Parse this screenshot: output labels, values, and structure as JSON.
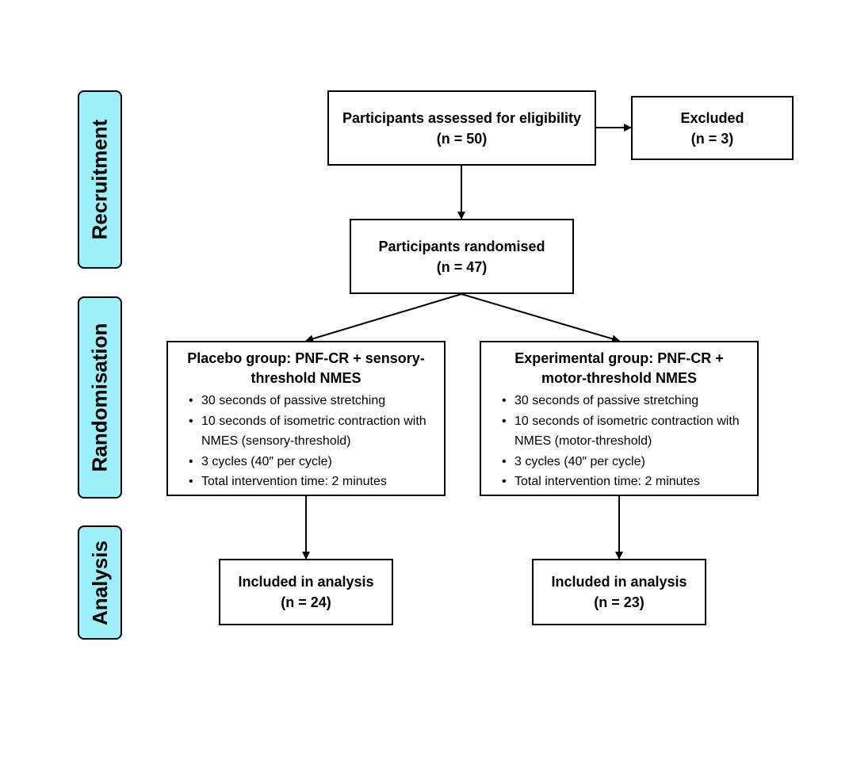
{
  "stages": {
    "recruitment": "Recruitment",
    "randomisation": "Randomisation",
    "analysis": "Analysis"
  },
  "colors": {
    "stage_fill": "#9ef0f8",
    "border": "#000000"
  },
  "assessed": {
    "title": "Participants assessed for eligibility",
    "count": "(n = 50)"
  },
  "excluded": {
    "title": "Excluded",
    "count": "(n = 3)"
  },
  "randomised": {
    "title": "Participants randomised",
    "count": "(n = 47)"
  },
  "placebo": {
    "title": "Placebo group: PNF-CR + sensory-threshold NMES",
    "items": [
      "30 seconds of passive stretching",
      "10 seconds of isometric contraction with NMES (sensory-threshold)",
      "3 cycles (40″ per cycle)",
      "Total intervention time: 2 minutes"
    ]
  },
  "experimental": {
    "title": "Experimental group: PNF-CR + motor-threshold NMES",
    "items": [
      "30 seconds of passive stretching",
      "10 seconds of isometric contraction with NMES (motor-threshold)",
      "3 cycles (40″ per cycle)",
      "Total intervention time: 2 minutes"
    ]
  },
  "analysis_placebo": {
    "title": "Included in analysis",
    "count": "(n = 24)"
  },
  "analysis_experimental": {
    "title": "Included in analysis",
    "count": "(n = 23)"
  }
}
